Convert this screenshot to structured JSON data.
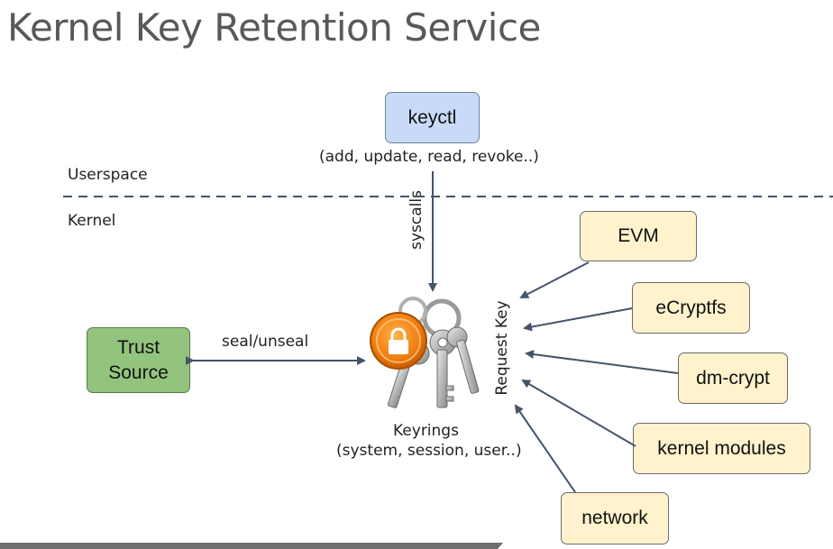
{
  "title": "Kernel Key Retention Service",
  "labels": {
    "userspace": "Userspace",
    "kernel": "Kernel",
    "keyctl_ops": "(add, update, read, revoke..)",
    "syscalls": "syscalls",
    "seal_unseal": "seal/unseal",
    "request_key": "Request Key",
    "keyrings": "Keyrings",
    "keyrings_types": "(system, session, user..)"
  },
  "boxes": {
    "keyctl": "keyctl",
    "trust_source_line1": "Trust",
    "trust_source_line2": "Source",
    "evm": "EVM",
    "ecryptfs": "eCryptfs",
    "dm_crypt": "dm-crypt",
    "kernel_modules": "kernel modules",
    "network": "network"
  },
  "colors": {
    "keyctl_box": "#c9daf8",
    "consumer_box": "#fff2cc",
    "trust_box": "#93c47d",
    "arrow": "#44546a",
    "divider": "#44546a",
    "title": "#595959"
  },
  "icons": {
    "keyring": "keyring-lock-icon"
  }
}
